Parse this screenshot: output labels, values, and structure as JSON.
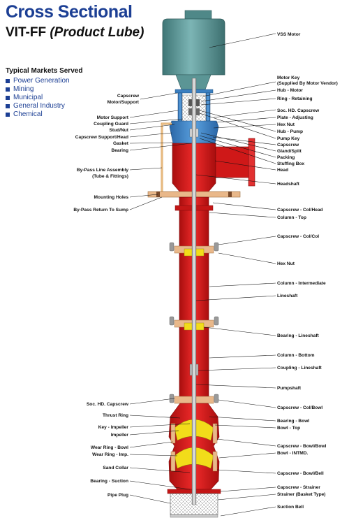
{
  "title": "Cross Sectional",
  "subtitle_model": "VIT-FF",
  "subtitle_variant": "(Product Lube)",
  "markets_heading": "Typical Markets Served",
  "markets": [
    "Power Generation",
    "Mining",
    "Municipal",
    "General Industry",
    "Chemical"
  ],
  "colors": {
    "brand_blue": "#1c3f94",
    "pump_red": "#dd1c1c",
    "motor_teal": "#5f9c9c",
    "head_blue": "#3f86c8",
    "impeller_yellow": "#f2dc1a",
    "flange_tan": "#e9b88a"
  },
  "labels_right": [
    {
      "id": "vss-motor",
      "lines": [
        "VSS Motor"
      ]
    },
    {
      "id": "motor-key",
      "lines": [
        "Motor Key",
        "(Supplied By Motor Vendor)"
      ]
    },
    {
      "id": "hub-motor",
      "lines": [
        "Hub - Motor"
      ]
    },
    {
      "id": "ring-retaining",
      "lines": [
        "Ring - Retaining"
      ]
    },
    {
      "id": "soc-hd-capscrew-top",
      "lines": [
        "Soc. HD. Capscrew"
      ]
    },
    {
      "id": "plate-adjusting",
      "lines": [
        "Plate - Adjusting"
      ]
    },
    {
      "id": "hex-nut-top",
      "lines": [
        "Hex Nut"
      ]
    },
    {
      "id": "hub-pump",
      "lines": [
        "Hub - Pump"
      ]
    },
    {
      "id": "pump-key",
      "lines": [
        "Pump Key"
      ]
    },
    {
      "id": "capscrew-r",
      "lines": [
        "Capscrew"
      ]
    },
    {
      "id": "gland-split",
      "lines": [
        "Gland/Split"
      ]
    },
    {
      "id": "packing",
      "lines": [
        "Packing"
      ]
    },
    {
      "id": "stuffing-box",
      "lines": [
        "Stuffing Box"
      ]
    },
    {
      "id": "head",
      "lines": [
        "Head"
      ]
    },
    {
      "id": "headshaft",
      "lines": [
        "Headshaft"
      ]
    },
    {
      "id": "capscrew-col-head",
      "lines": [
        "Capscrew - Col/Head"
      ]
    },
    {
      "id": "column-top",
      "lines": [
        "Column - Top"
      ]
    },
    {
      "id": "capscrew-col-col",
      "lines": [
        "Capscrew - Col/Col"
      ]
    },
    {
      "id": "hex-nut-mid",
      "lines": [
        "Hex Nut"
      ]
    },
    {
      "id": "column-intermediate",
      "lines": [
        "Column - Intermediate"
      ]
    },
    {
      "id": "lineshaft",
      "lines": [
        "Lineshaft"
      ]
    },
    {
      "id": "bearing-lineshaft",
      "lines": [
        "Bearing - Lineshaft"
      ]
    },
    {
      "id": "column-bottom",
      "lines": [
        "Column - Bottom"
      ]
    },
    {
      "id": "coupling-lineshaft",
      "lines": [
        "Coupling - Lineshaft"
      ]
    },
    {
      "id": "pumpshaft",
      "lines": [
        "Pumpshaft"
      ]
    },
    {
      "id": "capscrew-col-bowl",
      "lines": [
        "Capscrew - Col/Bowl"
      ]
    },
    {
      "id": "bearing-bowl",
      "lines": [
        "Bearing - Bowl"
      ]
    },
    {
      "id": "bowl-top",
      "lines": [
        "Bowl - Top"
      ]
    },
    {
      "id": "capscrew-bowl-bowl",
      "lines": [
        "Capscrew - Bowl/Bowl"
      ]
    },
    {
      "id": "bowl-intmd",
      "lines": [
        "Bowl - INTMD."
      ]
    },
    {
      "id": "capscrew-bowl-bell",
      "lines": [
        "Capscrew - Bowl/Bell"
      ]
    },
    {
      "id": "capscrew-strainer",
      "lines": [
        "Capscrew - Strainer"
      ]
    },
    {
      "id": "strainer-basket",
      "lines": [
        "Strainer (Basket Type)"
      ]
    },
    {
      "id": "suction-bell",
      "lines": [
        "Suction Bell"
      ]
    }
  ],
  "labels_left": [
    {
      "id": "capscrew-motor-support",
      "lines": [
        "Capscrew",
        "Motor/Support"
      ]
    },
    {
      "id": "motor-support",
      "lines": [
        "Motor Support"
      ]
    },
    {
      "id": "coupling-guard",
      "lines": [
        "Coupling Guard"
      ]
    },
    {
      "id": "stud-nut",
      "lines": [
        "Stud/Nut"
      ]
    },
    {
      "id": "capscrew-support-head",
      "lines": [
        "Capscrew Support/Head"
      ]
    },
    {
      "id": "gasket",
      "lines": [
        "Gasket"
      ]
    },
    {
      "id": "bearing-l",
      "lines": [
        "Bearing"
      ]
    },
    {
      "id": "by-pass-line",
      "lines": [
        "By-Pass Line Assembly",
        "(Tube & Fittings)"
      ]
    },
    {
      "id": "mounting-holes",
      "lines": [
        "Mounting Holes"
      ]
    },
    {
      "id": "by-pass-return",
      "lines": [
        "By-Pass Return To Sump"
      ]
    },
    {
      "id": "soc-hd-capscrew-low",
      "lines": [
        "Soc. HD. Capscrew"
      ]
    },
    {
      "id": "thrust-ring",
      "lines": [
        "Thrust Ring"
      ]
    },
    {
      "id": "key-impeller",
      "lines": [
        "Key - Impeller"
      ]
    },
    {
      "id": "impeller",
      "lines": [
        "Impeller"
      ]
    },
    {
      "id": "wear-ring-bowl",
      "lines": [
        "Wear Ring - Bowl"
      ]
    },
    {
      "id": "wear-ring-imp",
      "lines": [
        "Wear Ring - Imp."
      ]
    },
    {
      "id": "sand-collar",
      "lines": [
        "Sand Collar"
      ]
    },
    {
      "id": "bearing-suction",
      "lines": [
        "Bearing - Suction"
      ]
    },
    {
      "id": "pipe-plug",
      "lines": [
        "Pipe Plug"
      ]
    }
  ]
}
